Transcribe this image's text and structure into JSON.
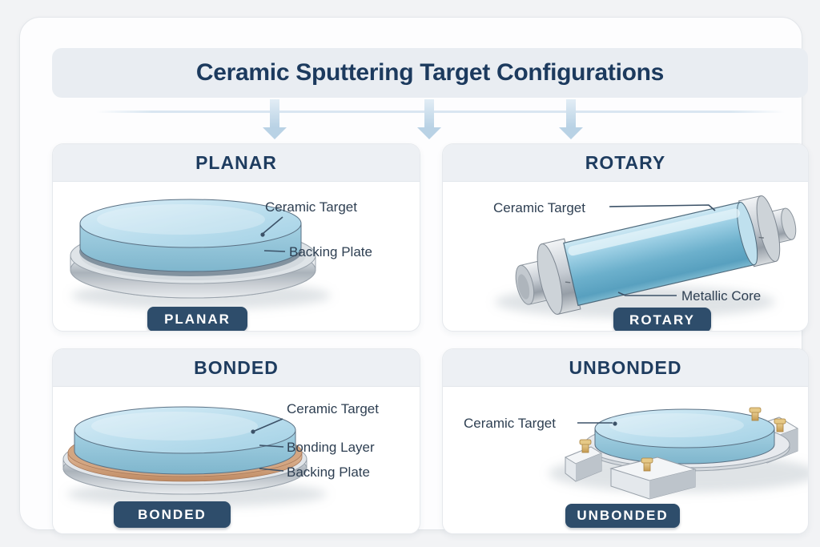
{
  "header": {
    "title": "Ceramic Sputtering Target Configurations"
  },
  "quadrants": {
    "planar": {
      "heading": "PLANAR",
      "badge": "PLANAR",
      "labels": {
        "ceramic_target": "Ceramic Target",
        "backing_plate": "Backing Plate"
      }
    },
    "rotary": {
      "heading": "ROTARY",
      "badge": "ROTARY",
      "labels": {
        "ceramic_target": "Ceramic Target",
        "metallic_core": "Metallic Core"
      }
    },
    "bonded": {
      "heading": "BONDED",
      "badge": "BONDED",
      "labels": {
        "ceramic_target": "Ceramic Target",
        "bonding_layer": "Bonding Layer",
        "backing_plate": "Backing Plate"
      }
    },
    "unbonded": {
      "heading": "UNBONDED",
      "badge": "UNBONDED",
      "labels": {
        "ceramic_target": "Ceramic Target"
      }
    }
  },
  "colors": {
    "title_text": "#1c3a5e",
    "heading_text": "#1e3c5f",
    "label_text": "#2e3f52",
    "badge_bg": "#2e4d6b",
    "badge_text": "#ffffff",
    "ceramic_blue": "#aed7e8",
    "bonding_copper": "#c99a78",
    "metal_silver": "#c9ced4",
    "brass_bolt": "#d6ae68",
    "arrow_blue": "#b9d2e5",
    "banner_bg": "#e9edf2",
    "card_header_bg": "#edf0f4"
  }
}
